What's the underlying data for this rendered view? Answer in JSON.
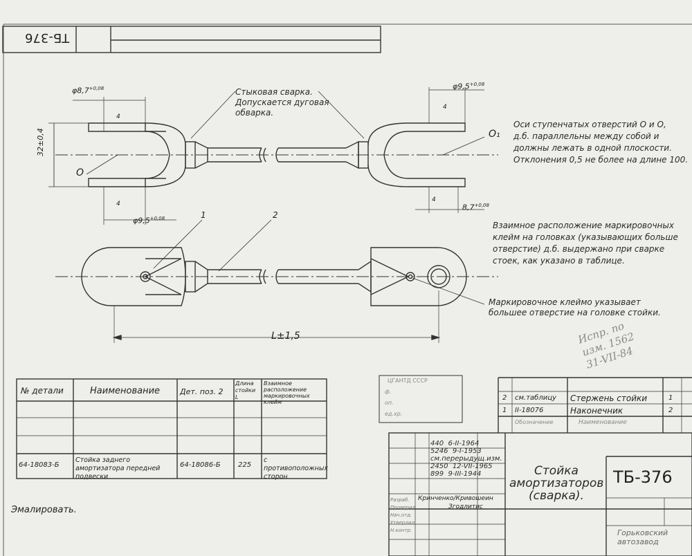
{
  "drawing_code": "ТБ-376",
  "stamp_code_top": "ТБ-376",
  "notes": {
    "weld": [
      "Стыковая сварка.",
      "Допускается дуговая",
      "обварка."
    ],
    "axes": [
      "Оси ступенчатых отверстий О и О,",
      "д.б. параллельны между собой и",
      "должны лежать в одной плоскости.",
      "Отклонения 0,5 не более на длине 100."
    ],
    "marks": [
      "Взаимное расположение маркировочных",
      "клейм на головках (указывающих больше",
      "отверстие) д.б. выдержано при сварке",
      "стоек, как указано в таблице."
    ],
    "stamp": [
      "Маркировочное клеймо указывает",
      "большее отверстие на головке стойки."
    ],
    "enamel": "Эмалировать."
  },
  "dims": {
    "d87": "φ8,7",
    "d87_tol": "+0,08",
    "d95a": "φ9,5",
    "d95a_tol": "+0,08",
    "d95b": "φ9,5",
    "d95b_tol": "+0,08",
    "d87b": "8,7",
    "d87b_tol": "+0,08",
    "h32": "32±0,4",
    "s4a": "4",
    "s4b": "4",
    "s4c": "4",
    "s4d": "4",
    "L": "L±1,5",
    "O": "О",
    "O1": "О₁",
    "part1": "1",
    "part2": "2"
  },
  "table": {
    "headers": [
      "№ детали",
      "Наименование",
      "Дет. поз. 2",
      "Длина стойки L",
      "Взаимное расположение маркировочных клейм"
    ],
    "row": [
      "64-18083-Б",
      "Стойка заднего амортизатора передней подвески",
      "64-18086-Б",
      "225",
      "с противоположных сторон"
    ]
  },
  "cert_stamp": [
    "ЦГАНТД СССР",
    "ф.",
    "оп.",
    "ед.хр."
  ],
  "revisions": [
    [
      "440",
      "6-II-1964"
    ],
    [
      "5246",
      "9-I-1953"
    ],
    [
      "см.перерыдущ.изм.",
      ""
    ],
    [
      "2450",
      "12-VII-1965"
    ],
    [
      "899",
      "9-III-1944"
    ]
  ],
  "title_block": {
    "title": [
      "Стойка",
      "амортизаторов",
      "(сварка)."
    ],
    "code": "ТБ-376",
    "labels": [
      "Разраб.",
      "Проверил",
      "Нач.отд.",
      "Утвердил",
      "Н.контр."
    ],
    "signatures": [
      "Кринченко/Кривошеин",
      "Згодлитис"
    ],
    "org": [
      "Горьковский",
      "автозавод"
    ]
  },
  "bom": {
    "rows": [
      [
        "2",
        "см.таблицу",
        "Стержень стойки",
        "1"
      ],
      [
        "1",
        "II-18076",
        "Наконечник",
        "2"
      ]
    ],
    "headers": [
      "Обозначение",
      "Наименование"
    ]
  },
  "handwritten": [
    "Испр. по",
    "изм. 1562",
    "31-VII-84"
  ]
}
